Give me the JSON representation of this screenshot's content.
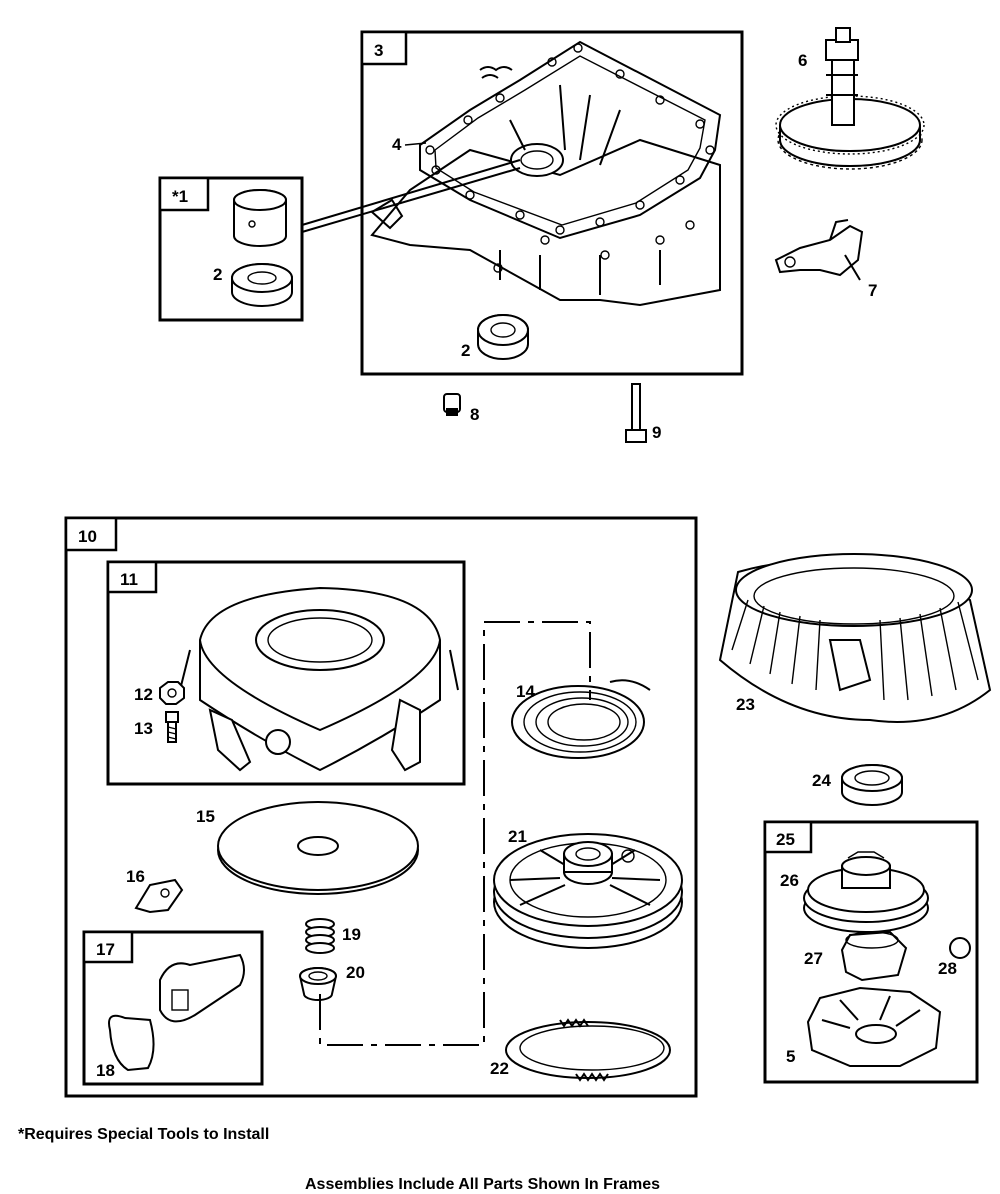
{
  "frames": {
    "f3": "3",
    "f1": "*1",
    "f10": "10",
    "f11": "11",
    "f17": "17",
    "f25": "25"
  },
  "parts": {
    "p2a": "2",
    "p2b": "2",
    "p4": "4",
    "p5": "5",
    "p6": "6",
    "p7": "7",
    "p8": "8",
    "p9": "9",
    "p12": "12",
    "p13": "13",
    "p14": "14",
    "p15": "15",
    "p16": "16",
    "p18": "18",
    "p19": "19",
    "p20": "20",
    "p21": "21",
    "p22": "22",
    "p23": "23",
    "p24": "24",
    "p26": "26",
    "p27": "27",
    "p28": "28"
  },
  "notes": {
    "special_tools": "*Requires Special Tools to Install",
    "assemblies": "Assemblies Include All Parts Shown In Frames"
  }
}
